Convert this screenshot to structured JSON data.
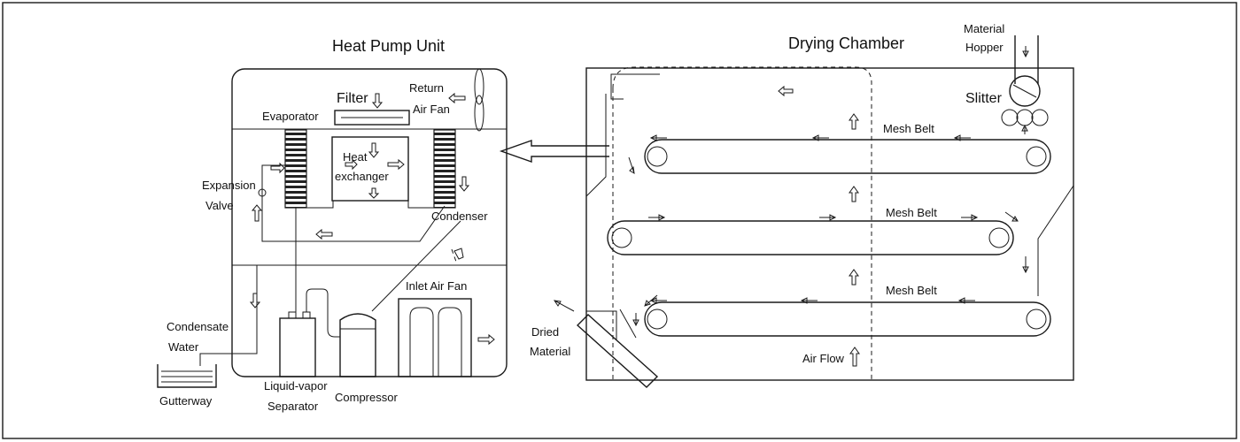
{
  "titles": {
    "heat_pump_unit": "Heat Pump Unit",
    "drying_chamber": "Drying Chamber"
  },
  "labels": {
    "filter": "Filter",
    "return_air_fan_1": "Return",
    "return_air_fan_2": "Air Fan",
    "evaporator": "Evaporator",
    "heat_exchanger_1": "Heat",
    "heat_exchanger_2": "exchanger",
    "expansion_valve_1": "Expansion",
    "expansion_valve_2": "Valve",
    "condenser": "Condenser",
    "inlet_air_fan": "Inlet Air Fan",
    "condensate_water_1": "Condensate",
    "condensate_water_2": "Water",
    "gutterway": "Gutterway",
    "liquid_vapor_separator_1": "Liquid-vapor",
    "liquid_vapor_separator_2": "Separator",
    "compressor": "Compressor",
    "material_hopper_1": "Material",
    "material_hopper_2": "Hopper",
    "slitter": "Slitter",
    "mesh_belt_top": "Mesh Belt",
    "mesh_belt_middle": "Mesh Belt",
    "mesh_belt_bottom": "Mesh Belt",
    "dried_material_1": "Dried",
    "dried_material_2": "Material",
    "air_flow": "Air Flow"
  }
}
